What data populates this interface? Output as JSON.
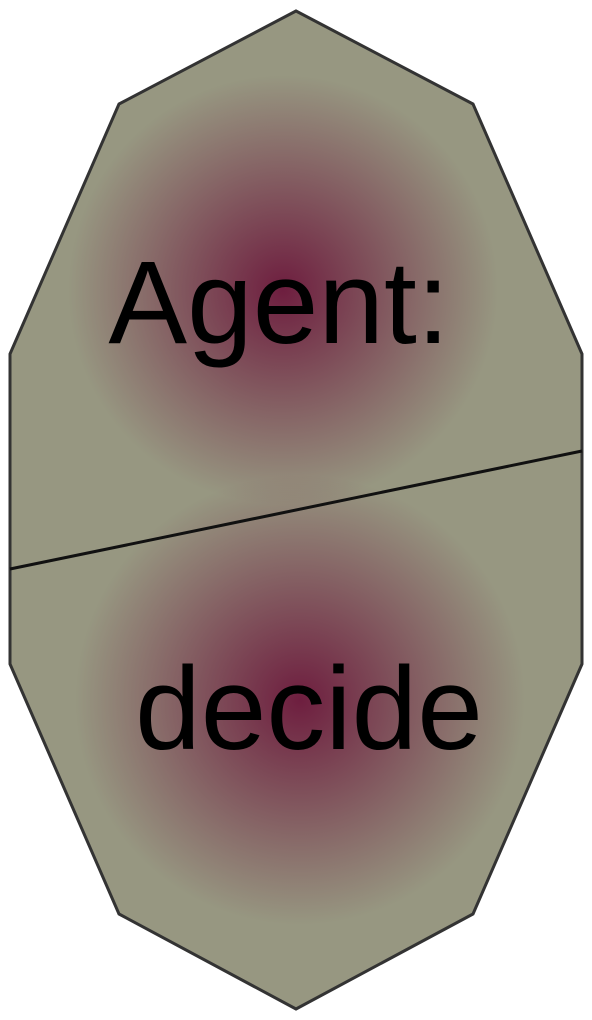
{
  "diagram": {
    "shape": "decagon",
    "compartments": [
      {
        "label": "Agent:"
      },
      {
        "label": "decide"
      }
    ]
  },
  "colors": {
    "fill_outer": "#979781",
    "glow_center": "#6e1e3f",
    "stroke": "#333333",
    "divider": "#111111",
    "text": "#000000"
  }
}
